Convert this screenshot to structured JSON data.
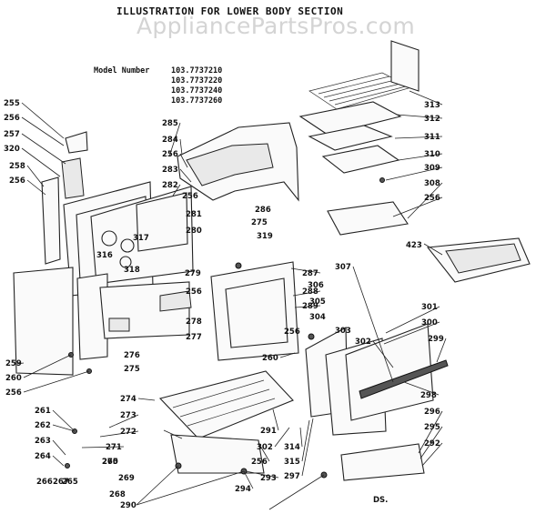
{
  "title": "ILLUSTRATION FOR LOWER BODY SECTION",
  "watermark": "AppliancePartsPros.com",
  "model": {
    "label": "Model Number",
    "numbers": [
      "103.7737210",
      "103.7737220",
      "103.7737240",
      "103.7737260"
    ]
  },
  "footer": "DS.",
  "parts": [
    "255",
    "256",
    "257",
    "320",
    "258",
    "256",
    "285",
    "284",
    "256",
    "283",
    "282",
    "256",
    "281",
    "280",
    "317",
    "316",
    "318",
    "279",
    "286",
    "275",
    "319",
    "313",
    "312",
    "311",
    "310",
    "309",
    "308",
    "256",
    "423",
    "259",
    "260",
    "256",
    "276",
    "275",
    "256",
    "278",
    "277",
    "287",
    "288",
    "289",
    "307",
    "306",
    "305",
    "304",
    "301",
    "300",
    "256",
    "303",
    "302",
    "299",
    "260",
    "298",
    "274",
    "273",
    "272",
    "271",
    "261",
    "262",
    "263",
    "264",
    "265",
    "266",
    "267",
    "265",
    "270",
    "269",
    "268",
    "290",
    "291",
    "302",
    "314",
    "315",
    "297",
    "296",
    "295",
    "292",
    "256",
    "293",
    "294"
  ]
}
